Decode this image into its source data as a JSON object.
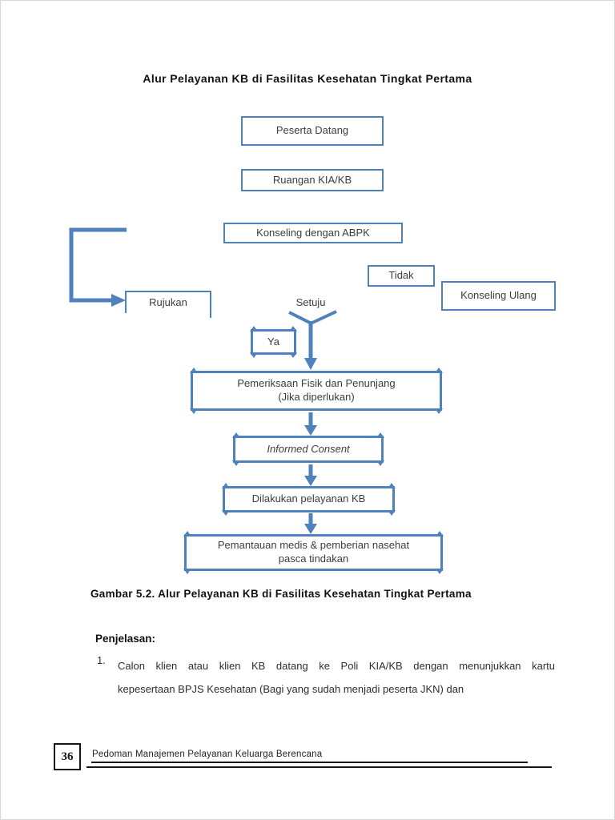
{
  "page": {
    "title": "Alur Pelayanan KB di Fasilitas Kesehatan Tingkat Pertama",
    "figure_caption": "Gambar 5.2. Alur Pelayanan KB di Fasilitas Kesehatan Tingkat Pertama",
    "explanation": {
      "heading": "Penjelasan:",
      "item1": {
        "number": "1.",
        "line1": "Calon klien atau klien KB datang ke Poli KIA/KB dengan menunjukkan kartu",
        "line2": "kepesertaan BPJS Kesehatan (Bagi yang sudah menjadi peserta JKN) dan"
      }
    }
  },
  "flowchart": {
    "nodes": {
      "peserta_datang": "Peserta Datang",
      "ruangan_kia_kb": "Ruangan KIA/KB",
      "konseling_abpk": "Konseling dengan ABPK",
      "tidak": "Tidak",
      "konseling_ulang": "Konseling Ulang",
      "rujukan": "Rujukan",
      "setuju": "Setuju",
      "ya": "Ya",
      "pemeriksaan_line1": "Pemeriksaan Fisik dan Penunjang",
      "pemeriksaan_line2": "(Jika diperlukan)",
      "informed_consent": "Informed Consent",
      "dilakukan_pelayanan": "Dilakukan pelayanan KB",
      "pemantauan_line1": "Pemantauan medis & pemberian nasehat",
      "pemantauan_line2": "pasca tindakan"
    },
    "colors": {
      "box_border": "#4f81bd",
      "connector": "#4f81bd",
      "box_text": "#3d3d3d"
    }
  },
  "footer": {
    "page_number": "36",
    "running_title": "Pedoman Manajemen Pelayanan Keluarga Berencana"
  }
}
